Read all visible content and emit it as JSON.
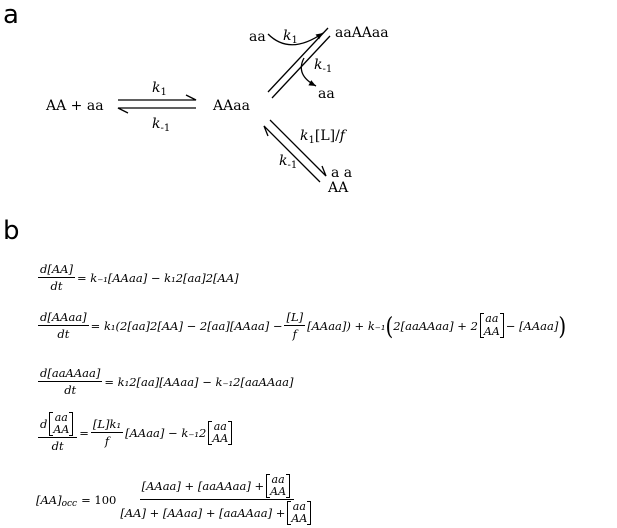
{
  "panels": {
    "a": "a",
    "b": "b"
  },
  "scheme": {
    "reactant": "AA + aa",
    "intermediate": "AAaa",
    "upper_product": "aaAAaa",
    "lower_product_top": "a a",
    "lower_product_bottom": "AA",
    "aa_in": "aa",
    "aa_out": "aa",
    "k1_main": "k",
    "k1_main_sub": "1",
    "km1_main": "k",
    "km1_main_sub": "-1",
    "k1_upper": "k",
    "k1_upper_sub": "1",
    "km1_upper": "k",
    "km1_upper_sub": "-1",
    "k1_lower": "k",
    "k1_lower_sub": "1",
    "k1_lower_tail": "[L]/",
    "k1_lower_f": "f",
    "km1_lower": "k",
    "km1_lower_sub": "-1"
  },
  "equations": {
    "eq1": {
      "num": "d[AA]",
      "den": "dt",
      "rhs": "= k₋₁[AAaa] − k₁2[aa]2[AA]"
    },
    "eq2": {
      "num": "d[AAaa]",
      "den": "dt",
      "rhs_a": "= k₁(2[aa]2[AA] − 2[aa][AAaa] −",
      "frac_num": "[L]",
      "frac_den": "f",
      "rhs_b": "[AAaa]) + k₋₁",
      "rhs_c": "2[aaAAaa] + 2",
      "mat_top": "aa",
      "mat_bottom": "AA",
      "rhs_d": "− [AAaa]"
    },
    "eq3": {
      "num": "d[aaAAaa]",
      "den": "dt",
      "rhs": "= k₁2[aa][AAaa] − k₋₁2[aaAAaa]"
    },
    "eq4": {
      "num_d": "d",
      "mat_top": "aa",
      "mat_bottom": "AA",
      "den": "dt",
      "eq": "=",
      "frac_num": "[L]k₁",
      "frac_den": "f",
      "rhs": "[AAaa] − k₋₁2"
    },
    "eq5": {
      "lhs": "[AA]",
      "lhs_sub": "occ",
      "eq": "= 100",
      "num": "[AAaa] + [aaAAaa] +",
      "den": "[AA] + [AAaa] + [aaAAaa] +",
      "mat_top": "aa",
      "mat_bottom": "AA"
    }
  }
}
